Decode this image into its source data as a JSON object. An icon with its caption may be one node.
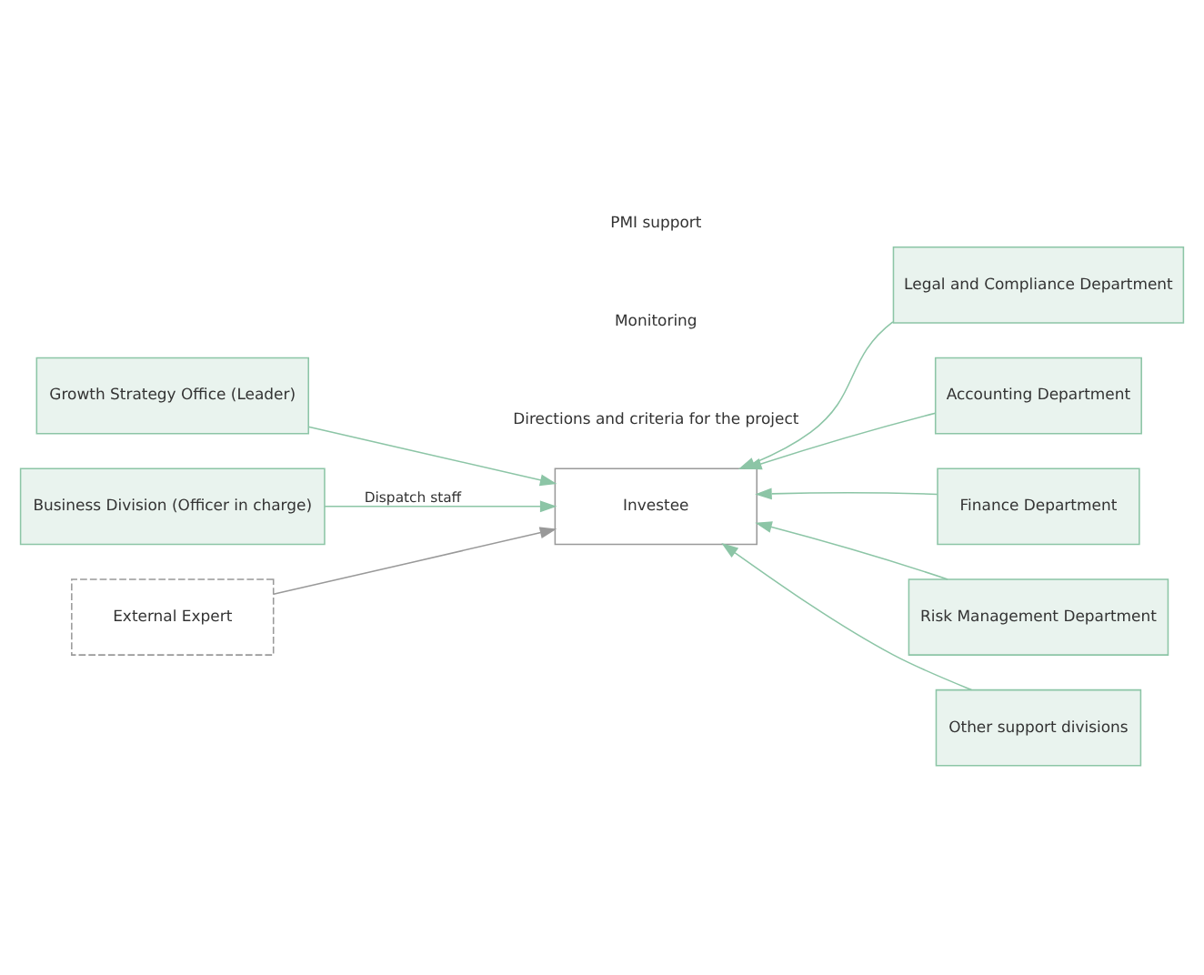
{
  "diagram": {
    "nodes": [
      {
        "text": [
          "Growth Strategy Office (Leader)"
        ]
      },
      {
        "text": [
          "Business Division (Officer in charge)"
        ]
      },
      {
        "text": [
          "Investee"
        ]
      },
      {
        "text": [
          "External Expert"
        ]
      },
      {
        "text": [
          "Legal and Compliance Department"
        ]
      },
      {
        "text": [
          "Accounting Department"
        ]
      },
      {
        "text": [
          "Finance Department"
        ]
      },
      {
        "text": [
          "Risk Management Department"
        ]
      },
      {
        "text": [
          "Other support divisions"
        ]
      }
    ],
    "edges": [
      {
        "from": 0,
        "to": 2,
        "arrow": "to"
      },
      {
        "from": 1,
        "to": 2,
        "arrow": "to",
        "label": "Dispatch staff"
      },
      {
        "from": 4,
        "to": 2,
        "arrow": "to"
      },
      {
        "from": 5,
        "to": 2,
        "arrow": "to"
      },
      {
        "from": 6,
        "to": 2,
        "arrow": "to"
      },
      {
        "from": 7,
        "to": 2,
        "arrow": "to"
      },
      {
        "from": 8,
        "to": 2,
        "arrow": "to"
      },
      {
        "from": 3,
        "to": 2,
        "arrow": "to",
        "color": "#999999"
      }
    ],
    "labels": [
      "PMI support",
      "Monitoring",
      "Directions and criteria for the project"
    ]
  }
}
